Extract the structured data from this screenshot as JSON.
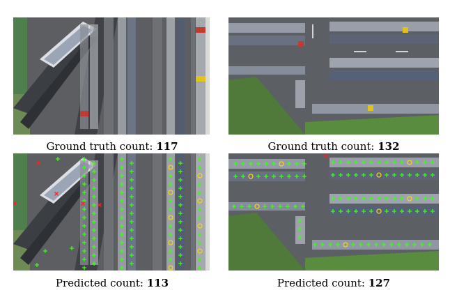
{
  "panels": [
    {
      "caption_prefix": "Ground truth count: ",
      "count": "117",
      "view": "aerial-parking-with-train"
    },
    {
      "caption_prefix": "Ground truth count: ",
      "count": "132",
      "view": "aerial-parking-lot"
    },
    {
      "caption_prefix": "Predicted count: ",
      "count": "113",
      "view": "aerial-parking-with-train"
    },
    {
      "caption_prefix": "Predicted count: ",
      "count": "127",
      "view": "aerial-parking-lot"
    }
  ],
  "marker_colors": {
    "correct_plus": "#39ff14",
    "missed_circle": "#f2d21b",
    "false_x": "#ff2020"
  }
}
